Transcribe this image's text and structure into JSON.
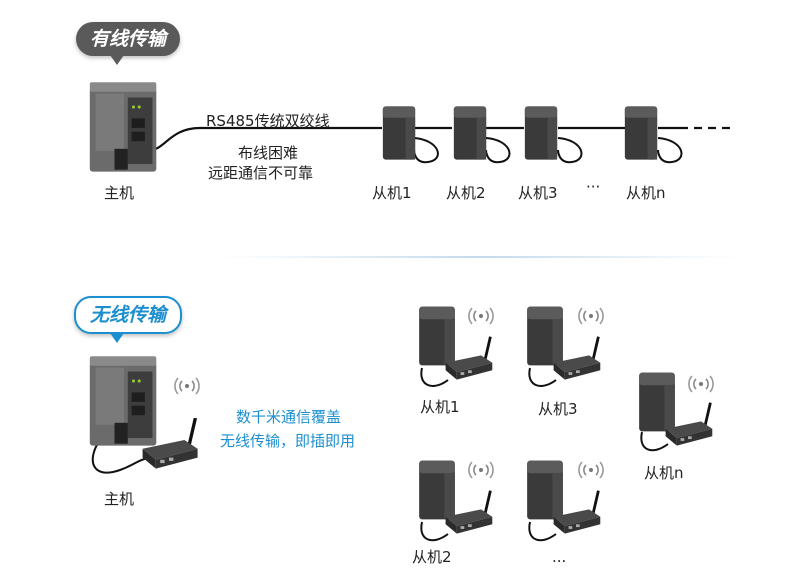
{
  "wired": {
    "badge": "有线传输",
    "host_label": "主机",
    "cable_label": "RS485传统双绞线",
    "note_line1": "布线困难",
    "note_line2": "远距通信不可靠",
    "slaves": [
      "从机1",
      "从机2",
      "从机3",
      "从机n"
    ],
    "ellipsis": "···"
  },
  "wireless": {
    "badge": "无线传输",
    "host_label": "主机",
    "desc_line1": "数千米通信覆盖",
    "desc_line2": "无线传输，即插即用",
    "slaves": [
      "从机1",
      "从机3",
      "从机n",
      "从机2"
    ],
    "ellipsis": "..."
  },
  "colors": {
    "wireless_accent": "#1d8fcf",
    "wired_badge": "#5a5a5a",
    "device_dark": "#3a3a3a"
  }
}
